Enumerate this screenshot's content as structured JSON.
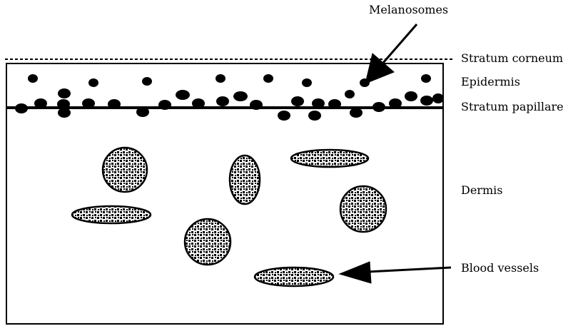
{
  "labels": {
    "melanosomes": "Melanosomes",
    "stratum_corneum": "Stratum corneum",
    "epidermis": "Epidermis",
    "stratum_papillare": "Stratum papillare",
    "dermis": "Dermis",
    "blood_vessels": "Blood vessels"
  },
  "colors": {
    "ink": "#000000",
    "background": "#ffffff"
  }
}
